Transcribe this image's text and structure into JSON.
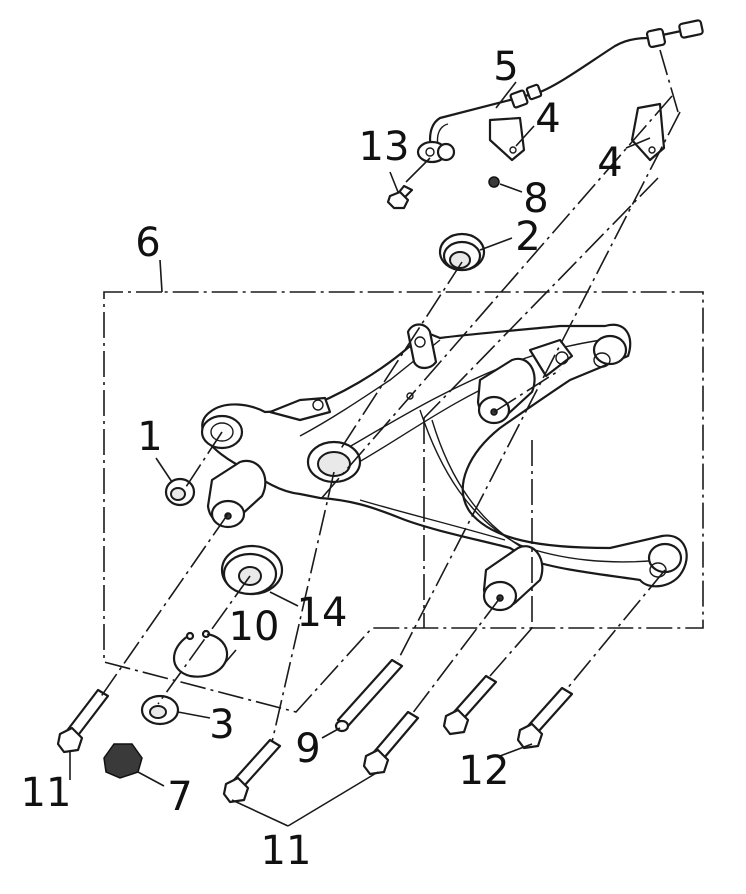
{
  "callouts": {
    "c1": "1",
    "c2": "2",
    "c3": "3",
    "c4a": "4",
    "c4b": "4",
    "c5": "5",
    "c6": "6",
    "c7": "7",
    "c8": "8",
    "c9": "9",
    "c10": "10",
    "c11a": "11",
    "c11b": "11",
    "c12": "12",
    "c13": "13",
    "c14": "14"
  }
}
